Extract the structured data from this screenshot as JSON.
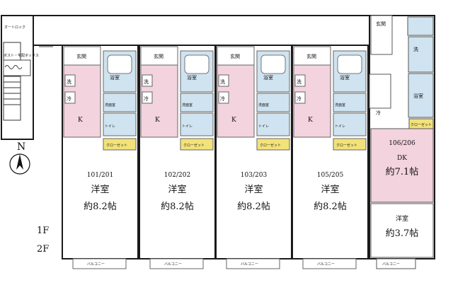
{
  "labels": {
    "autolock": "オートロック",
    "postbox": "ポスト・宅配ボックス",
    "floor_1": "1F",
    "floor_2": "2F",
    "north": "N",
    "genkan": "玄関",
    "yokushitsu": "浴室",
    "sen": "洗",
    "rei": "冷",
    "kitchen": "K",
    "senmenshitsu": "洗面室",
    "toilet": "トイレ",
    "closet": "クローゼット",
    "balcony": "バルコニー",
    "youshitsu": "洋室",
    "dk": "DK"
  },
  "units": [
    {
      "number": "101/201",
      "room_type": "洋室",
      "size": "約8.2帖"
    },
    {
      "number": "102/202",
      "room_type": "洋室",
      "size": "約8.2帖"
    },
    {
      "number": "103/203",
      "room_type": "洋室",
      "size": "約8.2帖"
    },
    {
      "number": "105/205",
      "room_type": "洋室",
      "size": "約8.2帖"
    }
  ],
  "unit_106": {
    "number": "106/206",
    "dk_label": "DK",
    "dk_size": "約7.1帖",
    "room_type": "洋室",
    "room_size": "約3.7帖"
  },
  "colors": {
    "wall": "#1a1a1a",
    "wet_area": "#cfe3f0",
    "pink": "#f3d3de",
    "closet": "#f2e27a",
    "room": "#ffffff"
  }
}
